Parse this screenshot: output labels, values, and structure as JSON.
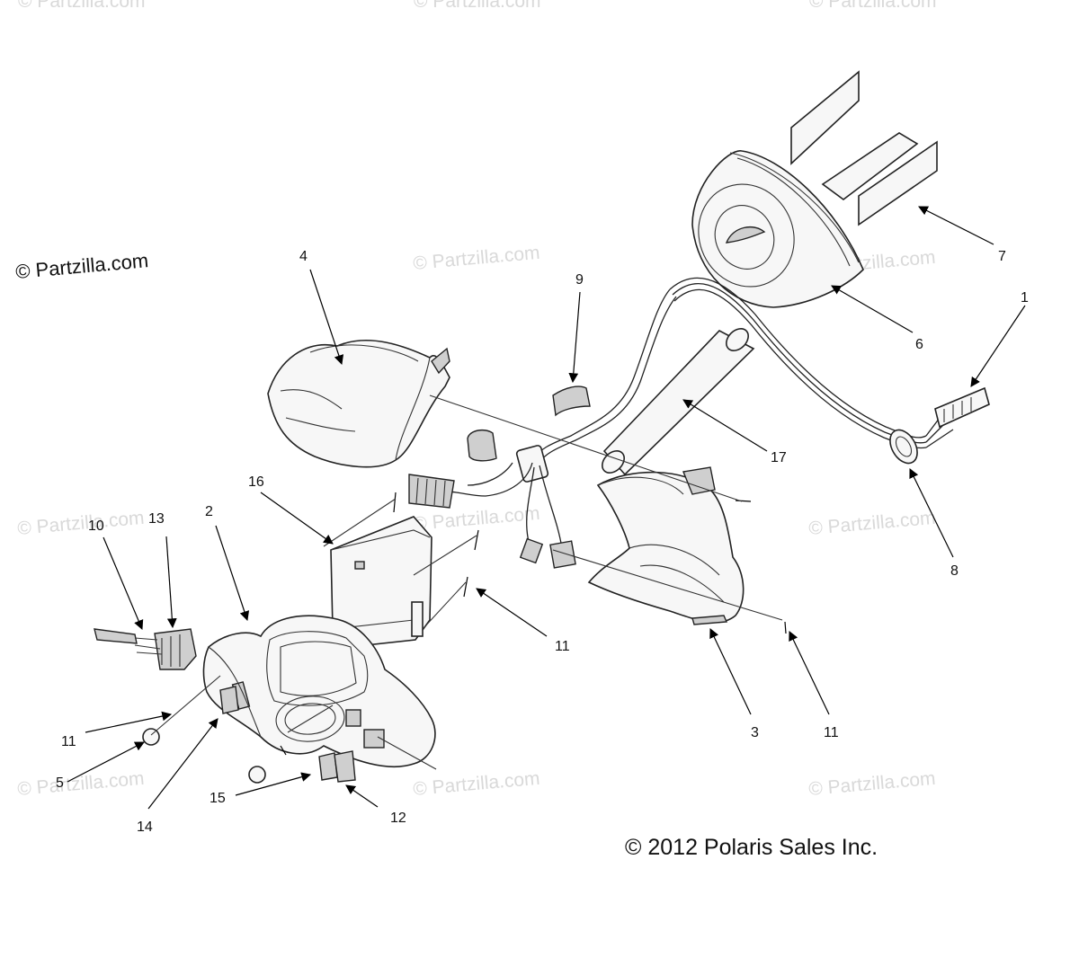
{
  "watermark": {
    "text": "© Partzilla.com",
    "main_text": "© Partzilla.com"
  },
  "copyright": "© 2012 Polaris Sales Inc.",
  "callouts": {
    "c1": "1",
    "c2": "2",
    "c3": "3",
    "c4": "4",
    "c5": "5",
    "c6": "6",
    "c7": "7",
    "c8": "8",
    "c9": "9",
    "c10": "10",
    "c11a": "11",
    "c11b": "11",
    "c11c": "11",
    "c12": "12",
    "c13": "13",
    "c14": "14",
    "c15": "15",
    "c16": "16",
    "c17": "17"
  }
}
